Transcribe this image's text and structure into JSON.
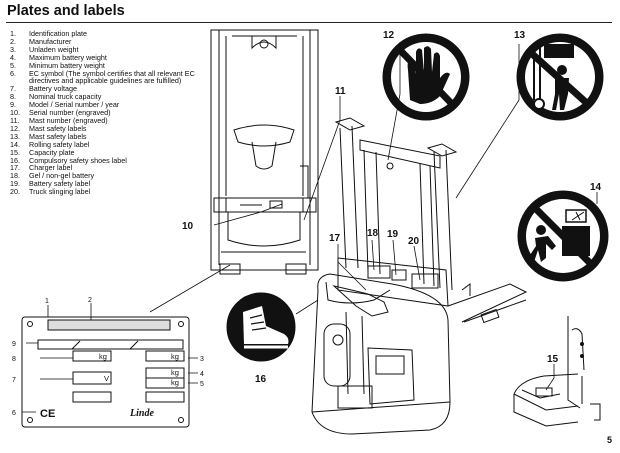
{
  "page": {
    "title": "Plates and labels",
    "number": "5"
  },
  "legend": [
    {
      "num": "1.",
      "text": "Identification plate"
    },
    {
      "num": "2.",
      "text": "Manufacturer"
    },
    {
      "num": "3.",
      "text": "Unladen  weight"
    },
    {
      "num": "4.",
      "text": "Maximum battery weight"
    },
    {
      "num": "5.",
      "text": "Minimum battery weight"
    },
    {
      "num": "6.",
      "text": "EC symbol (The symbol certifies that all relevant EC"
    },
    {
      "num": "",
      "text": "directives and applicable guidelines are fulfilled)"
    },
    {
      "num": "7.",
      "text": "Battery voltage"
    },
    {
      "num": "8.",
      "text": "Nominal truck capacity"
    },
    {
      "num": "9.",
      "text": "Model / Serial number / year"
    },
    {
      "num": "10.",
      "text": "Serial number (engraved)"
    },
    {
      "num": "11.",
      "text": "Mast number (engraved)"
    },
    {
      "num": "12.",
      "text": "Mast safety labels"
    },
    {
      "num": "13.",
      "text": "Mast safety labels"
    },
    {
      "num": "14.",
      "text": "Rolling safety label"
    },
    {
      "num": "15.",
      "text": "Capacity plate"
    },
    {
      "num": "16.",
      "text": "Compulsory safety shoes label"
    },
    {
      "num": "17.",
      "text": "Charger label"
    },
    {
      "num": "18.",
      "text": "Gel / non-gel battery"
    },
    {
      "num": "19.",
      "text": "Battery safety label"
    },
    {
      "num": "20.",
      "text": "Truck slinging label"
    }
  ],
  "callouts": {
    "c10": "10",
    "c11": "11",
    "c12": "12",
    "c13": "13",
    "c14": "14",
    "c15": "15",
    "c16": "16",
    "c17": "17",
    "c18": "18",
    "c19": "19",
    "c20": "20"
  },
  "plate": {
    "n1": "1",
    "n2": "2",
    "n3": "3",
    "n4": "4",
    "n5": "5",
    "n6": "6",
    "n7": "7",
    "n8": "8",
    "n9": "9",
    "unit_kg_8": "kg",
    "unit_kg_3": "kg",
    "unit_kg_4": "kg",
    "unit_kg_5": "kg",
    "unit_v": "V",
    "ce_mark": "CE",
    "brand": "Linde"
  }
}
